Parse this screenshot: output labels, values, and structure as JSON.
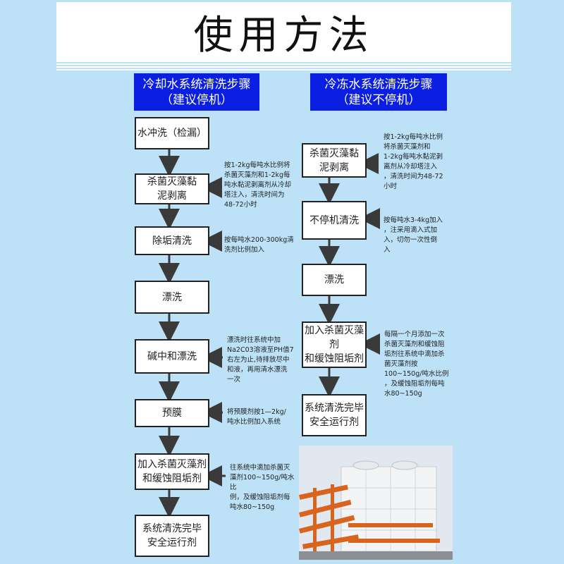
{
  "title": "使用方法",
  "left": {
    "header": "冷却水系统清洗步骤\n（建议停机）",
    "steps": [
      "水冲洗（检漏）",
      "杀菌灭藻黏\n泥剥离",
      "除垢清洗",
      "漂洗",
      "碱中和漂洗",
      "预膜",
      "加入杀菌灭藻剂\n和缓蚀阻垢剂",
      "系统清洗完毕\n安全运行剂"
    ],
    "notes": [
      "按1-2kg每吨水比例将\n杀菌灭藻剂和1-2kg每\n吨水黏泥剥离剂从冷却\n塔注入，清洗时间为\n48-72小时",
      "按每吨水200-300kg清\n洗剂比例加入",
      "漂洗时往系统中加\nNa2C03溶液至PH值7\n右左为止,待排放尽中\n和液，再用清水漂洗\n一次",
      "将预膜剂按1—2kg/\n吨水比例加入系统",
      "往系统中滴加杀菌灭\n藻剂100~150g/吨水比\n例，及缓蚀阻垢剂每\n吨水80~150g"
    ]
  },
  "right": {
    "header": "冷冻水系统清洗步骤\n（建议不停机）",
    "steps": [
      "杀菌灭藻黏\n泥剥离",
      "不停机清洗",
      "漂洗",
      "加入杀菌灭藻剂\n和缓蚀阻垢剂",
      "系统清洗完毕\n安全运行剂"
    ],
    "notes": [
      "按1-2kg每吨水比例\n将杀菌灭藻剂和\n1-2kg每吨水黏泥剥\n离剂从冷却塔注入\n，清洗时间为48-72\n小时",
      "按每吨水3-4kg加入\n，注采用滴入式加\n入，切勿一次性倒\n入",
      "每隔一个月添加一次\n杀菌灭藻剂和缓蚀阻\n垢剂往系统中滴加杀\n菌灭藻剂按\n100~150g/吨水比例\n，及缓蚀阻垢剂每吨\n水80~150g"
    ]
  },
  "colors": {
    "header_bg": "#0b1fe3",
    "background": "#bde2f7",
    "arrow": "#3a3a3a"
  }
}
